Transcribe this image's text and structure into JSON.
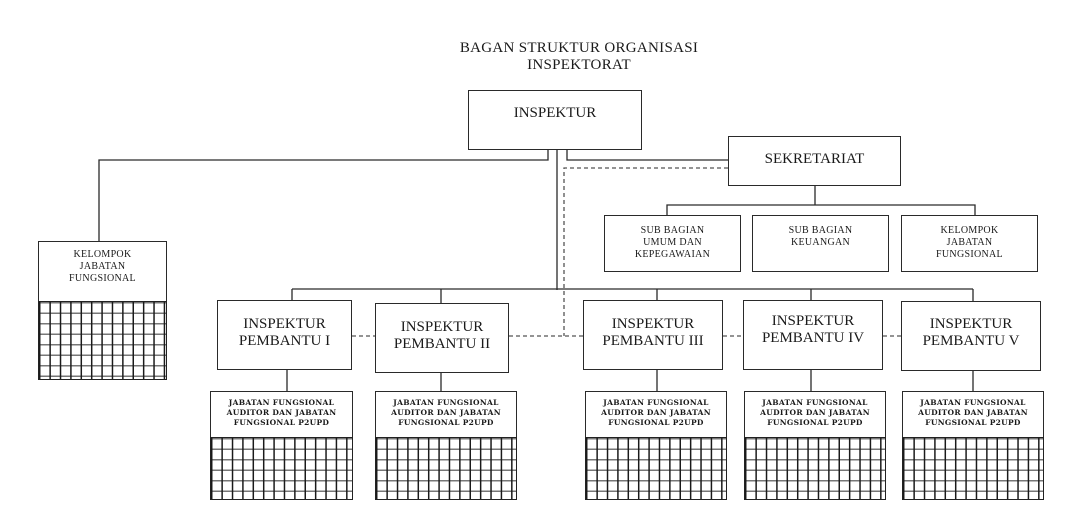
{
  "title": {
    "line1": "BAGAN STRUKTUR ORGANISASI",
    "line2": "INSPEKTORAT"
  },
  "nodes": {
    "inspektur": "INSPEKTUR",
    "sekretariat": "SEKRETARIAT",
    "sub_umum": "SUB BAGIAN\nUMUM DAN\nKEPEGAWAIAN",
    "sub_keuangan": "SUB BAGIAN\nKEUANGAN",
    "kjf_sekretariat": "KELOMPOK\nJABATAN\nFUNGSIONAL",
    "kjf_left": "KELOMPOK\nJABATAN\nFUNGSIONAL",
    "pembantu": [
      "INSPEKTUR\nPEMBANTU I",
      "INSPEKTUR\nPEMBANTU II",
      "INSPEKTUR\nPEMBANTU III",
      "INSPEKTUR\nPEMBANTU IV",
      "INSPEKTUR\nPEMBANTU V"
    ],
    "fungsional": [
      "JABATAN FUNGSIONAL\nAUDITOR DAN JABATAN\nFUNGSIONAL P2UPD",
      "JABATAN FUNGSIONAL\nAUDITOR DAN JABATAN\nFUNGSIONAL  P2UPD",
      "JABATAN FUNGSIONAL\nAUDITOR DAN JABATAN\nFUNGSIONAL  P2UPD",
      "JABATAN FUNGSIONAL\nAUDITOR DAN JABATAN\nFUNGSIONAL P2UPD",
      "JABATAN FUNGSIONAL\nAUDITOR DAN JABATAN\nFUNGSIONAL P2UPD"
    ]
  },
  "colors": {
    "line": "#2a2a2a",
    "dashed": "#555555",
    "background": "#ffffff"
  }
}
